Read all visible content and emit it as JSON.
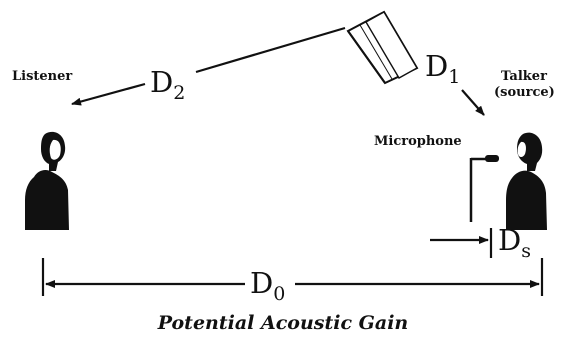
{
  "labels": {
    "listener": "Listener",
    "talker": "Talker",
    "source": "(source)",
    "microphone": "Microphone",
    "d2_main": "D",
    "d2_sub": "2",
    "d1_main": "D",
    "d1_sub": "1",
    "ds_main": "D",
    "ds_sub": "s",
    "d0_main": "D",
    "d0_sub": "0",
    "caption": "Potential Acoustic Gain"
  }
}
